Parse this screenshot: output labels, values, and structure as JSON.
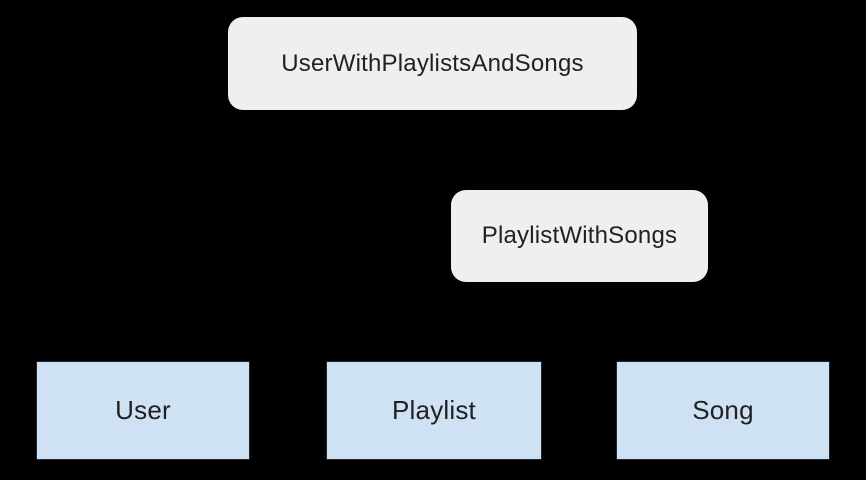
{
  "canvas": {
    "background": "#000000"
  },
  "diagram": {
    "text_color": "#212121",
    "relation_nodes": [
      {
        "label": "UserWithPlaylistsAndSongs",
        "fill": "#efefef"
      },
      {
        "label": "PlaylistWithSongs",
        "fill": "#efefef"
      }
    ],
    "entity_nodes": [
      {
        "label": "User",
        "fill": "#cfe2f3"
      },
      {
        "label": "Playlist",
        "fill": "#cfe2f3"
      },
      {
        "label": "Song",
        "fill": "#cfe2f3"
      }
    ]
  }
}
